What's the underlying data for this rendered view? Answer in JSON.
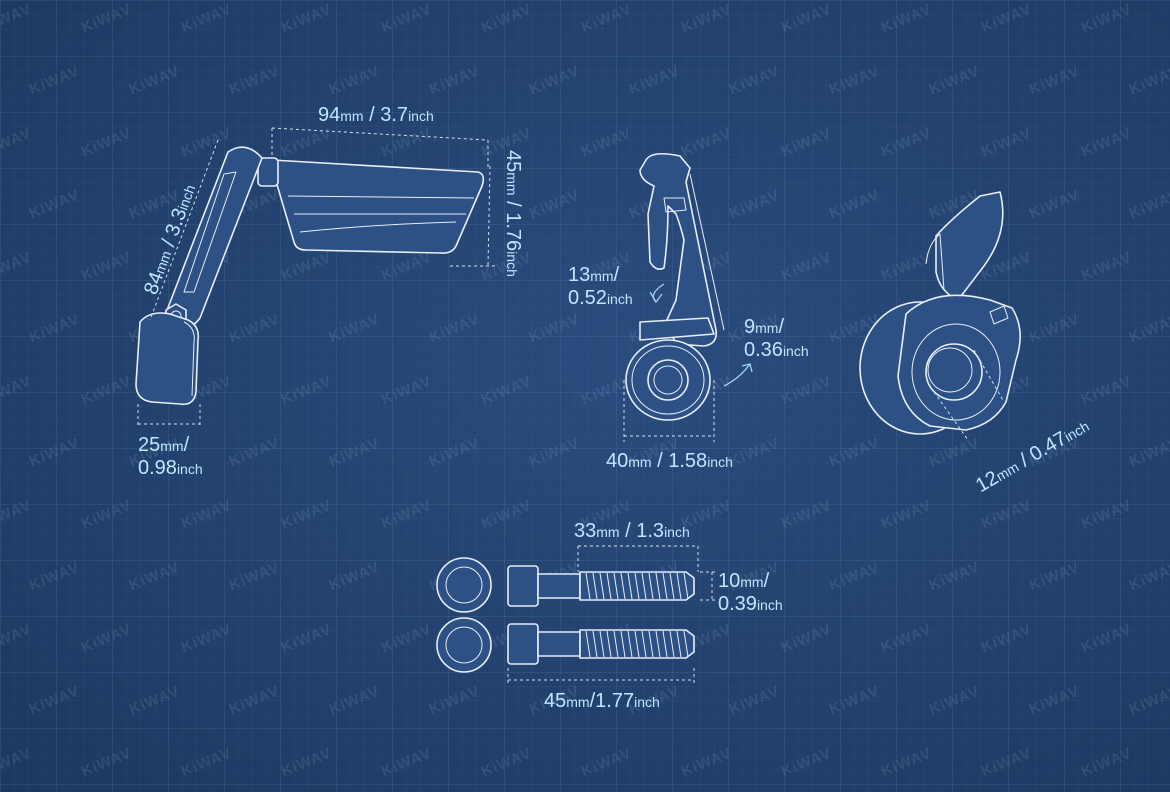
{
  "watermark": "KiWAV",
  "dimensions": {
    "mirror_width": {
      "mm": "94",
      "mm_unit": "mm",
      "sep": " / ",
      "inch": "3.7",
      "inch_unit": "inch"
    },
    "mirror_height": {
      "mm": "45",
      "mm_unit": "mm",
      "sep": " / ",
      "inch": "1.76",
      "inch_unit": "inch"
    },
    "arm_length": {
      "mm": "84",
      "mm_unit": "mm",
      "sep": " / ",
      "inch": "3.3",
      "inch_unit": "inch"
    },
    "base_width": {
      "mm": "25",
      "mm_unit": "mm",
      "sep": "/",
      "inch": "0.98",
      "inch_unit": "inch"
    },
    "clamp_gap": {
      "mm": "13",
      "mm_unit": "mm",
      "sep": "/",
      "inch": "0.52",
      "inch_unit": "inch"
    },
    "clamp_offset": {
      "mm": "9",
      "mm_unit": "mm",
      "sep": "/",
      "inch": "0.36",
      "inch_unit": "inch"
    },
    "clamp_width": {
      "mm": "40",
      "mm_unit": "mm",
      "sep": " / ",
      "inch": "1.58",
      "inch_unit": "inch"
    },
    "bar_diameter": {
      "mm": "12",
      "mm_unit": "mm",
      "sep": " / ",
      "inch": "0.47",
      "inch_unit": "inch"
    },
    "bolt_short": {
      "mm": "33",
      "mm_unit": "mm",
      "sep": " / ",
      "inch": "1.3",
      "inch_unit": "inch"
    },
    "bolt_thread": {
      "mm": "10",
      "mm_unit": "mm",
      "sep": "/",
      "inch": "0.39",
      "inch_unit": "inch"
    },
    "bolt_long": {
      "mm": "45",
      "mm_unit": "mm",
      "sep": "/",
      "inch": "1.77",
      "inch_unit": "inch"
    }
  },
  "colors": {
    "background": "#23426f",
    "line": "#e6eef8",
    "label": "#bfe6ff"
  }
}
